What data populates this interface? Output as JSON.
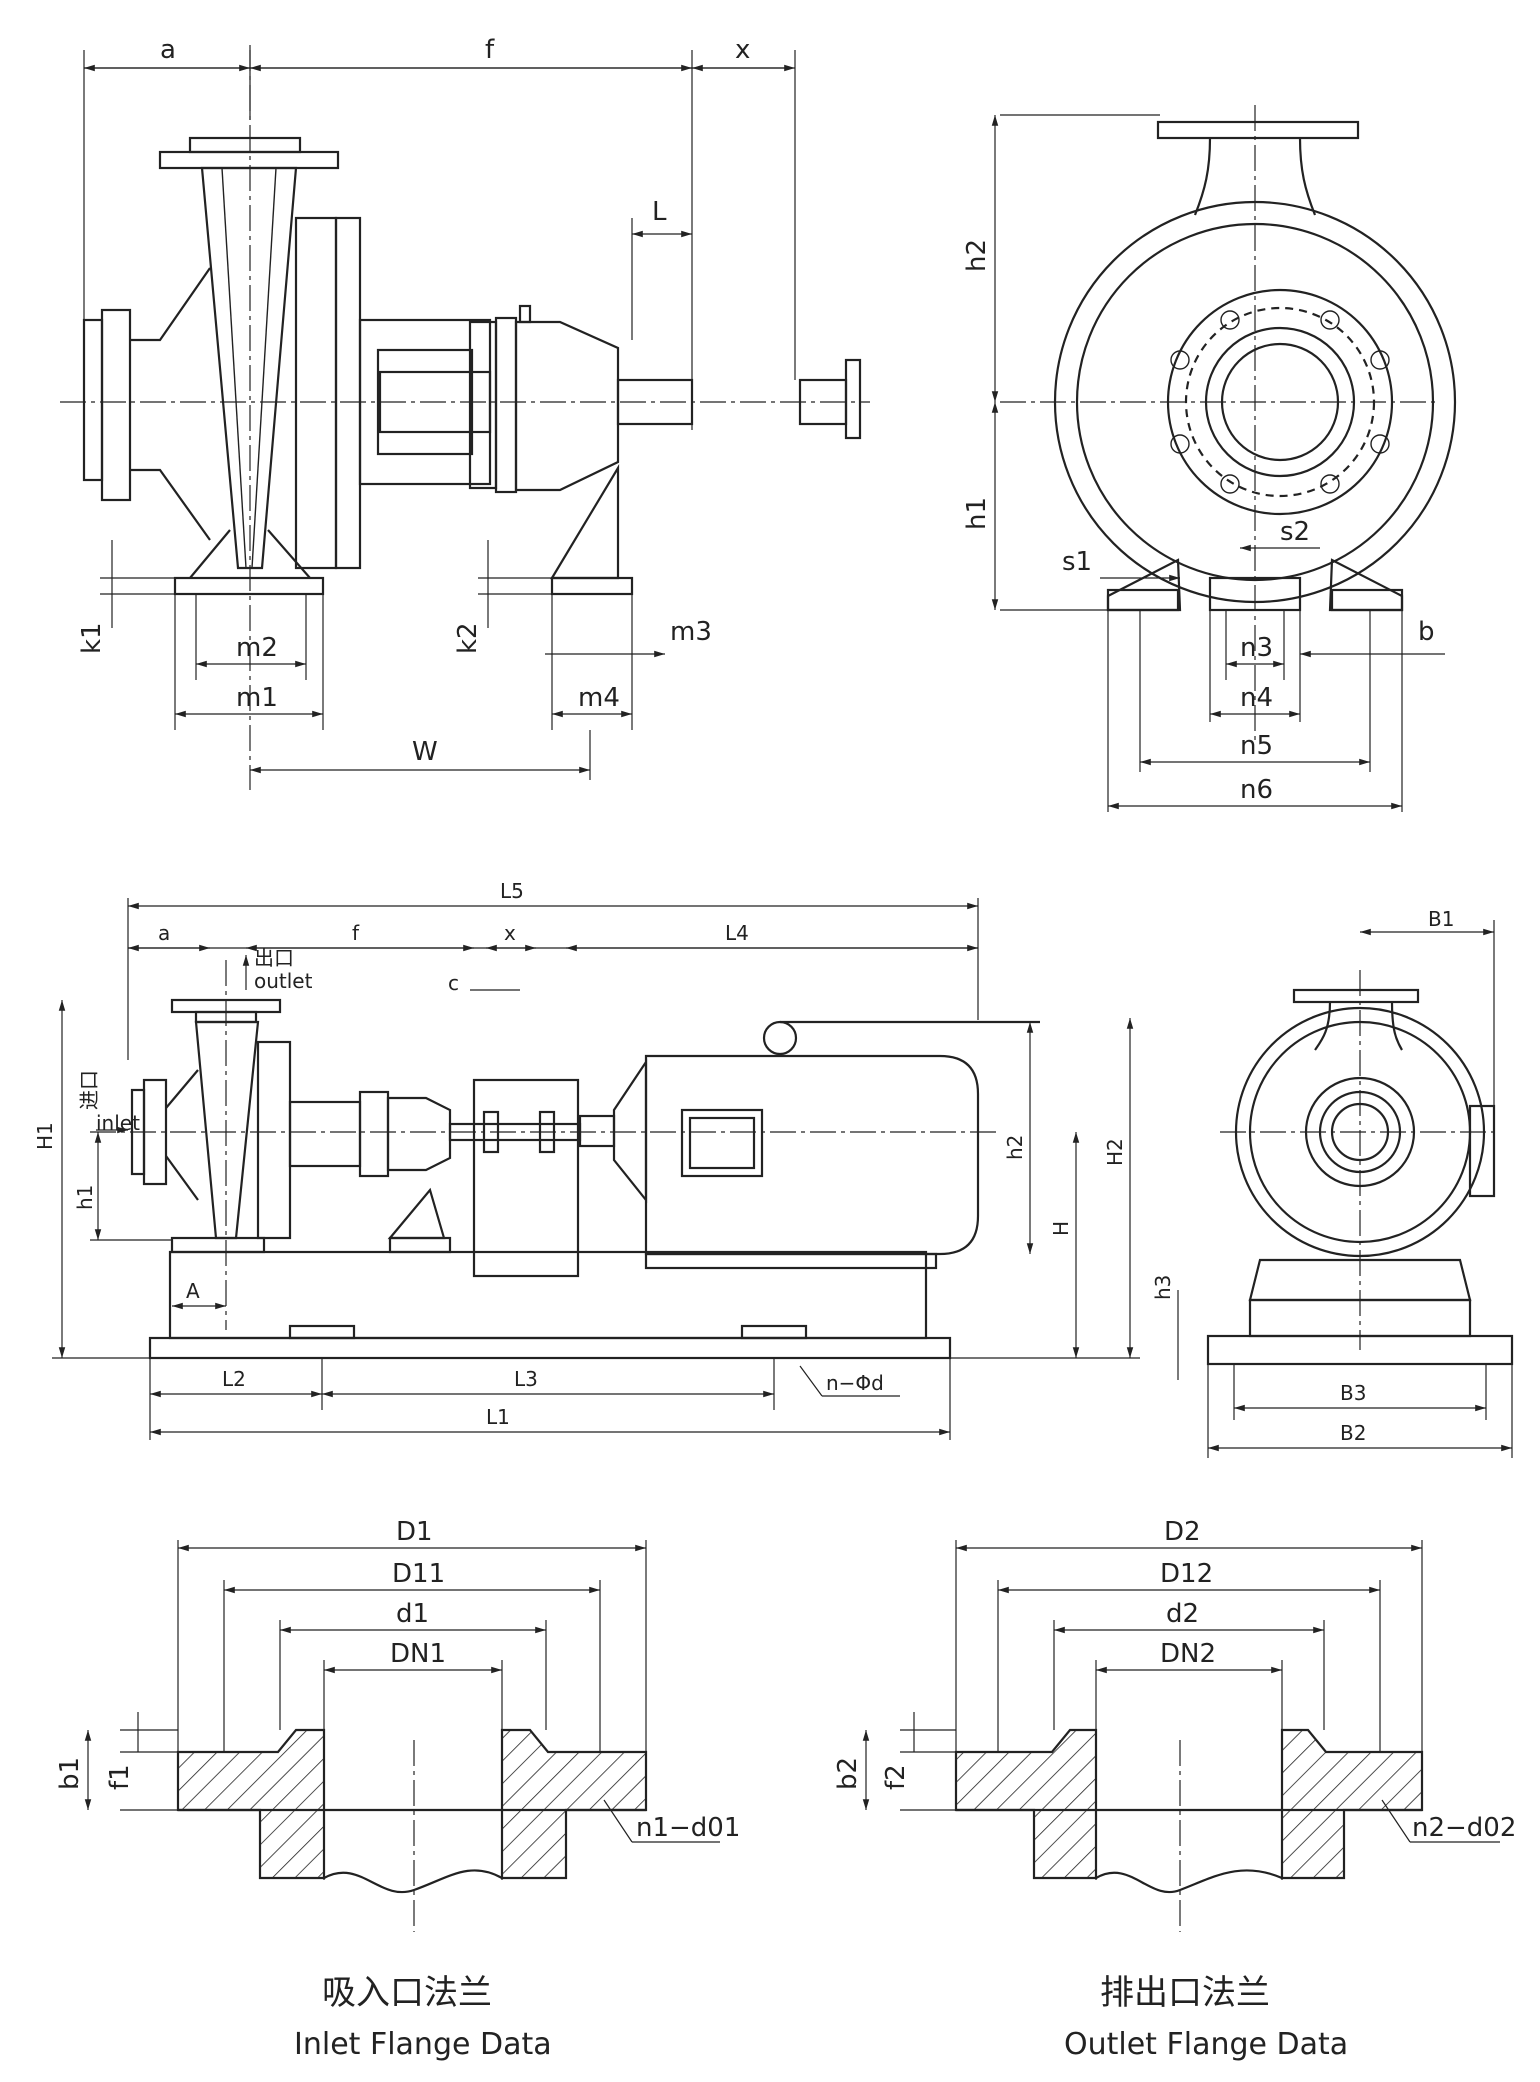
{
  "front_view": {
    "a": "a",
    "f": "f",
    "x": "x",
    "L": "L",
    "k1": "k1",
    "k2": "k2",
    "m1": "m1",
    "m2": "m2",
    "m3": "m3",
    "m4": "m4",
    "W": "W"
  },
  "side_view": {
    "h1": "h1",
    "h2": "h2",
    "s1": "s1",
    "s2": "s2",
    "n3": "n3",
    "n4": "n4",
    "n5": "n5",
    "n6": "n6",
    "b": "b"
  },
  "assembly": {
    "L5": "L5",
    "a": "a",
    "f": "f",
    "x": "x",
    "L4": "L4",
    "c": "c",
    "outlet_cn": "出口",
    "outlet_en": "outlet",
    "inlet_cn": "进口",
    "inlet_en": "inlet",
    "H1": "H1",
    "h1": "h1",
    "h2": "h2",
    "H": "H",
    "H2": "H2",
    "A": "A",
    "L2": "L2",
    "L3": "L3",
    "L1": "L1",
    "nd": "n−Φd"
  },
  "end_view": {
    "B1": "B1",
    "B2": "B2",
    "B3": "B3",
    "h3": "h3"
  },
  "inlet_flange": {
    "D": "D1",
    "D_inner": "D11",
    "d": "d1",
    "DN": "DN1",
    "b": "b1",
    "f": "f1",
    "holes": "n1−d01",
    "caption_cn": "吸入口法兰",
    "caption_en": "Inlet Flange Data"
  },
  "outlet_flange": {
    "D": "D2",
    "D_inner": "D12",
    "d": "d2",
    "DN": "DN2",
    "b": "b2",
    "f": "f2",
    "holes": "n2−d02",
    "caption_cn": "排出口法兰",
    "caption_en": "Outlet Flange Data"
  }
}
